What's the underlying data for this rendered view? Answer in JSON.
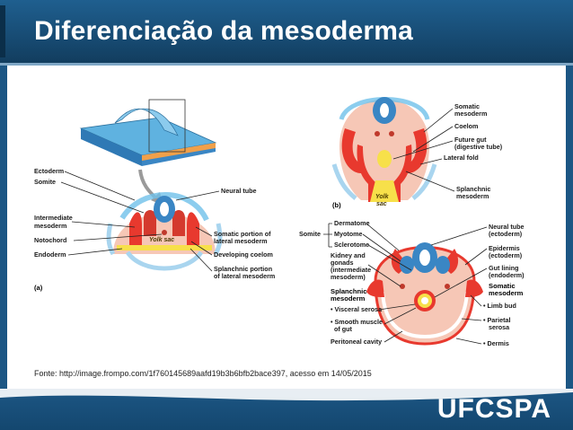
{
  "slide": {
    "title": "Diferenciação da mesoderma",
    "source_note": "Fonte: http://image.frompo.com/1f760145689aafd19b3b6bfb2bace397, acesso em 14/05/2015",
    "brand": "UFCSPA"
  },
  "diagram_a": {
    "panel_label": "(a)",
    "yolk_label": "Yolk sac",
    "labels_left": [
      "Ectoderm",
      "Somite",
      "Intermediate mesoderm",
      "Notochord",
      "Endoderm"
    ],
    "labels_right": [
      "Neural tube",
      "Somatic portion of lateral mesoderm",
      "Developing coelom",
      "Splanchnic portion of lateral mesoderm"
    ]
  },
  "diagram_b": {
    "panel_label": "(b)",
    "yolk_label": "Yolk sac",
    "labels_right": [
      "Somatic mesoderm",
      "Coelom",
      "Future gut (digestive tube)",
      "Lateral fold",
      "Splanchnic mesoderm"
    ]
  },
  "diagram_c": {
    "somite_label": "Somite",
    "somite_parts": [
      "Dermatome",
      "Myotome",
      "Sclerotome"
    ],
    "labels_left": [
      "Kidney and gonads (intermediate mesoderm)",
      "Splanchnic mesoderm",
      "• Visceral serosa",
      "• Smooth muscle of gut",
      "Peritoneal cavity"
    ],
    "labels_right": [
      "Neural tube (ectoderm)",
      "Epidermis (ectoderm)",
      "Gut lining (endoderm)",
      "Somatic mesoderm",
      "• Limb bud",
      "• Parietal serosa",
      "• Dermis"
    ]
  },
  "colors": {
    "header": "#174b73",
    "footer": "#1c5684",
    "mesoderm": "#e8392e",
    "ectoderm_blue": "#3a86c4",
    "endoderm_yellow": "#f7e04a",
    "tissue_pink": "#f6c7b6"
  }
}
